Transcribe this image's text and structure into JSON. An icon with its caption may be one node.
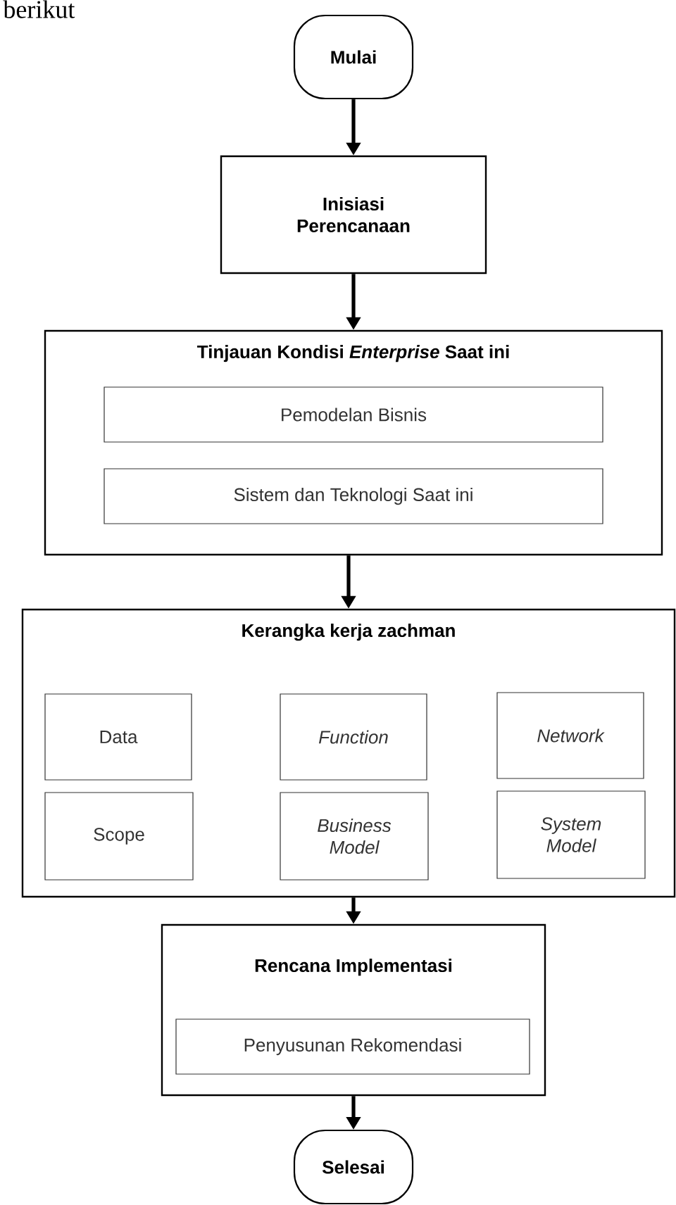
{
  "diagram": {
    "nodes": [
      {
        "text": [
          "Mulai"
        ]
      },
      {
        "text": [
          "Inisiasi Perencanaan"
        ]
      },
      {
        "text": [
          "Tinjauan Kondisi *Enterprise* Saat ini"
        ]
      },
      {
        "text": [
          "Pemodelan Bisnis"
        ],
        "in": 2
      },
      {
        "text": [
          "Sistem dan Teknologi Saat ini"
        ],
        "in": 2
      },
      {
        "text": [
          "Kerangka kerja zachman"
        ]
      },
      {
        "text": [
          "Data"
        ],
        "in": 5
      },
      {
        "text": [
          "Function"
        ],
        "in": 5
      },
      {
        "text": [
          "Network"
        ],
        "in": 5
      },
      {
        "text": [
          "Scope"
        ],
        "in": 5
      },
      {
        "text": [
          "Business Model"
        ],
        "in": 5
      },
      {
        "text": [
          "System Model"
        ],
        "in": 5
      },
      {
        "text": [
          "Rencana Implementasi"
        ]
      },
      {
        "text": [
          "Penyusunan Rekomendasi"
        ],
        "in": 12
      },
      {
        "text": [
          "Selesai"
        ]
      }
    ],
    "edges": [
      {
        "from": 0,
        "to": 1,
        "arrow": "to"
      },
      {
        "from": 1,
        "to": 2,
        "arrow": "to"
      },
      {
        "from": 2,
        "to": 5,
        "arrow": "to"
      },
      {
        "from": 5,
        "to": 12,
        "arrow": "to"
      },
      {
        "from": 12,
        "to": 14,
        "arrow": "to"
      }
    ],
    "labels": [
      "berikut"
    ]
  }
}
